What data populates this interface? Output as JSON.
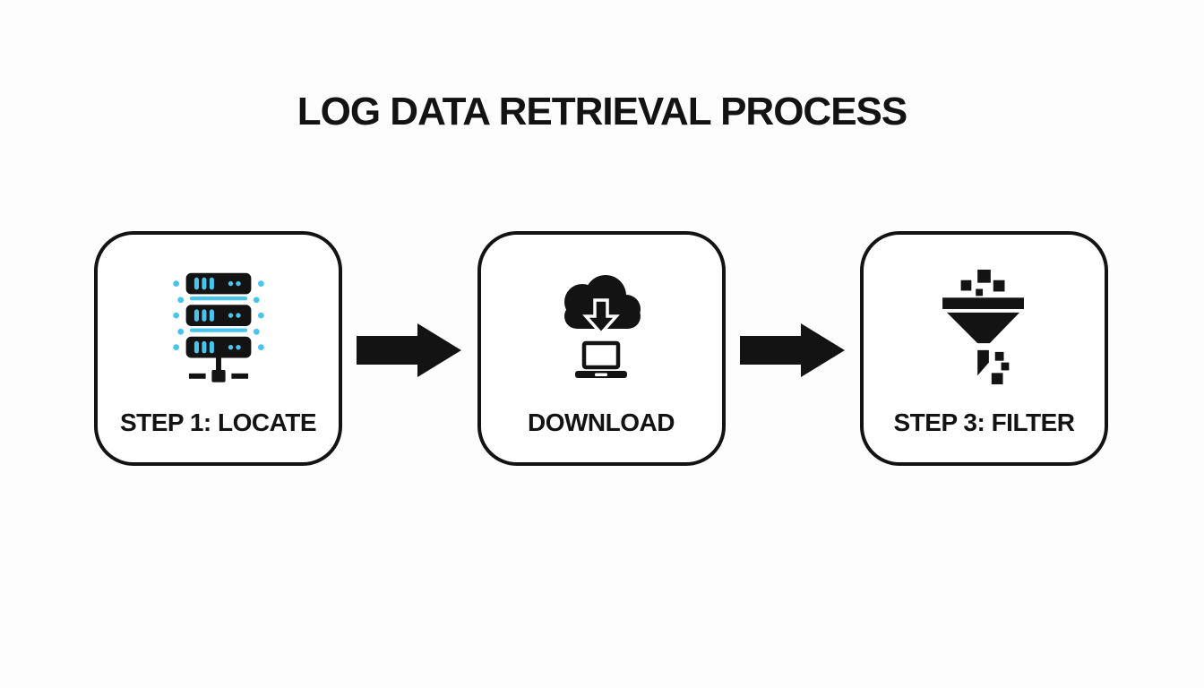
{
  "page": {
    "title": "LOG DATA RETRIEVAL PROCESS",
    "background_color": "#fdfdfd"
  },
  "colors": {
    "ink": "#131313",
    "accent": "#47c5ee",
    "card_bg": "#ffffff",
    "card_border": "#131313"
  },
  "flow": {
    "steps": [
      {
        "label": "STEP 1: LOCATE",
        "icon": "server-rack-icon"
      },
      {
        "label": "DOWNLOAD",
        "icon": "cloud-download-icon"
      },
      {
        "label": "STEP 3: FILTER",
        "icon": "funnel-filter-icon"
      }
    ],
    "connector_icon": "arrow-right-icon",
    "connector_count": 2
  }
}
